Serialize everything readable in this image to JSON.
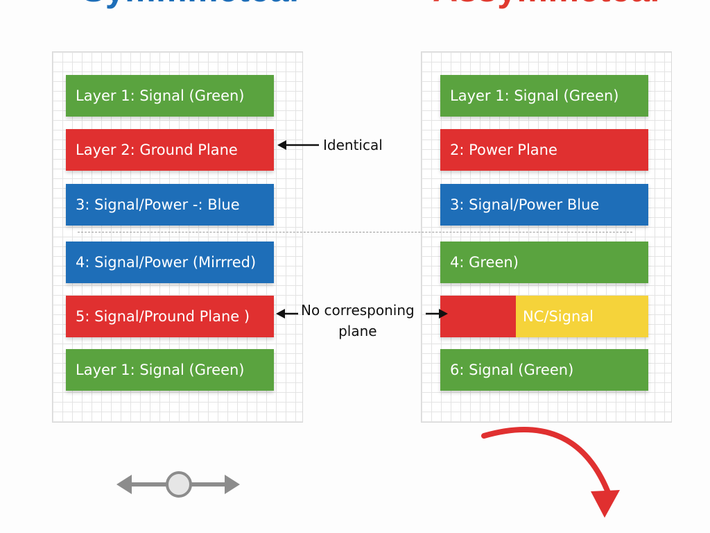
{
  "headings": {
    "left": "Symmmetcal",
    "right": "Assymmetcal"
  },
  "colors": {
    "green": "#5aa33f",
    "red": "#e03030",
    "blue": "#1e6eb8",
    "yellow": "#f5d33a",
    "heading_left": "#1e6eb8",
    "heading_right": "#e03a2f",
    "arrow_gray": "#8c8c8c",
    "curved_arrow": "#e03030"
  },
  "left_stack": [
    {
      "label": "Layer 1: Signal (Green)",
      "color": "green"
    },
    {
      "label": "Layer 2: Ground Plane",
      "color": "red"
    },
    {
      "label": "3: Signal/Power  -: Blue",
      "color": "blue"
    },
    {
      "label": "4: Signal/Power (Mirrred)",
      "color": "blue"
    },
    {
      "label": "5: Signal/Pround Plane )",
      "color": "red"
    },
    {
      "label": "Layer 1: Signal (Green)",
      "color": "green"
    }
  ],
  "right_stack": [
    {
      "label": "Layer 1: Signal (Green)",
      "color": "green"
    },
    {
      "label": "2: Power Plane",
      "color": "red"
    },
    {
      "label": "3: Signal/Power Blue",
      "color": "blue"
    },
    {
      "label": "4: Green)",
      "color": "green"
    },
    {
      "label": "NC/Signal",
      "color": "red+yellow"
    },
    {
      "label": "6: Signal (Green)",
      "color": "green"
    }
  ],
  "annotations": {
    "identical": "Identical",
    "no_corresponding_line1": "No corresponing",
    "no_corresponding_line2": "plane"
  },
  "icons": [
    "left-arrow-icon",
    "bidirectional-slider-icon",
    "curved-arrow-icon"
  ]
}
